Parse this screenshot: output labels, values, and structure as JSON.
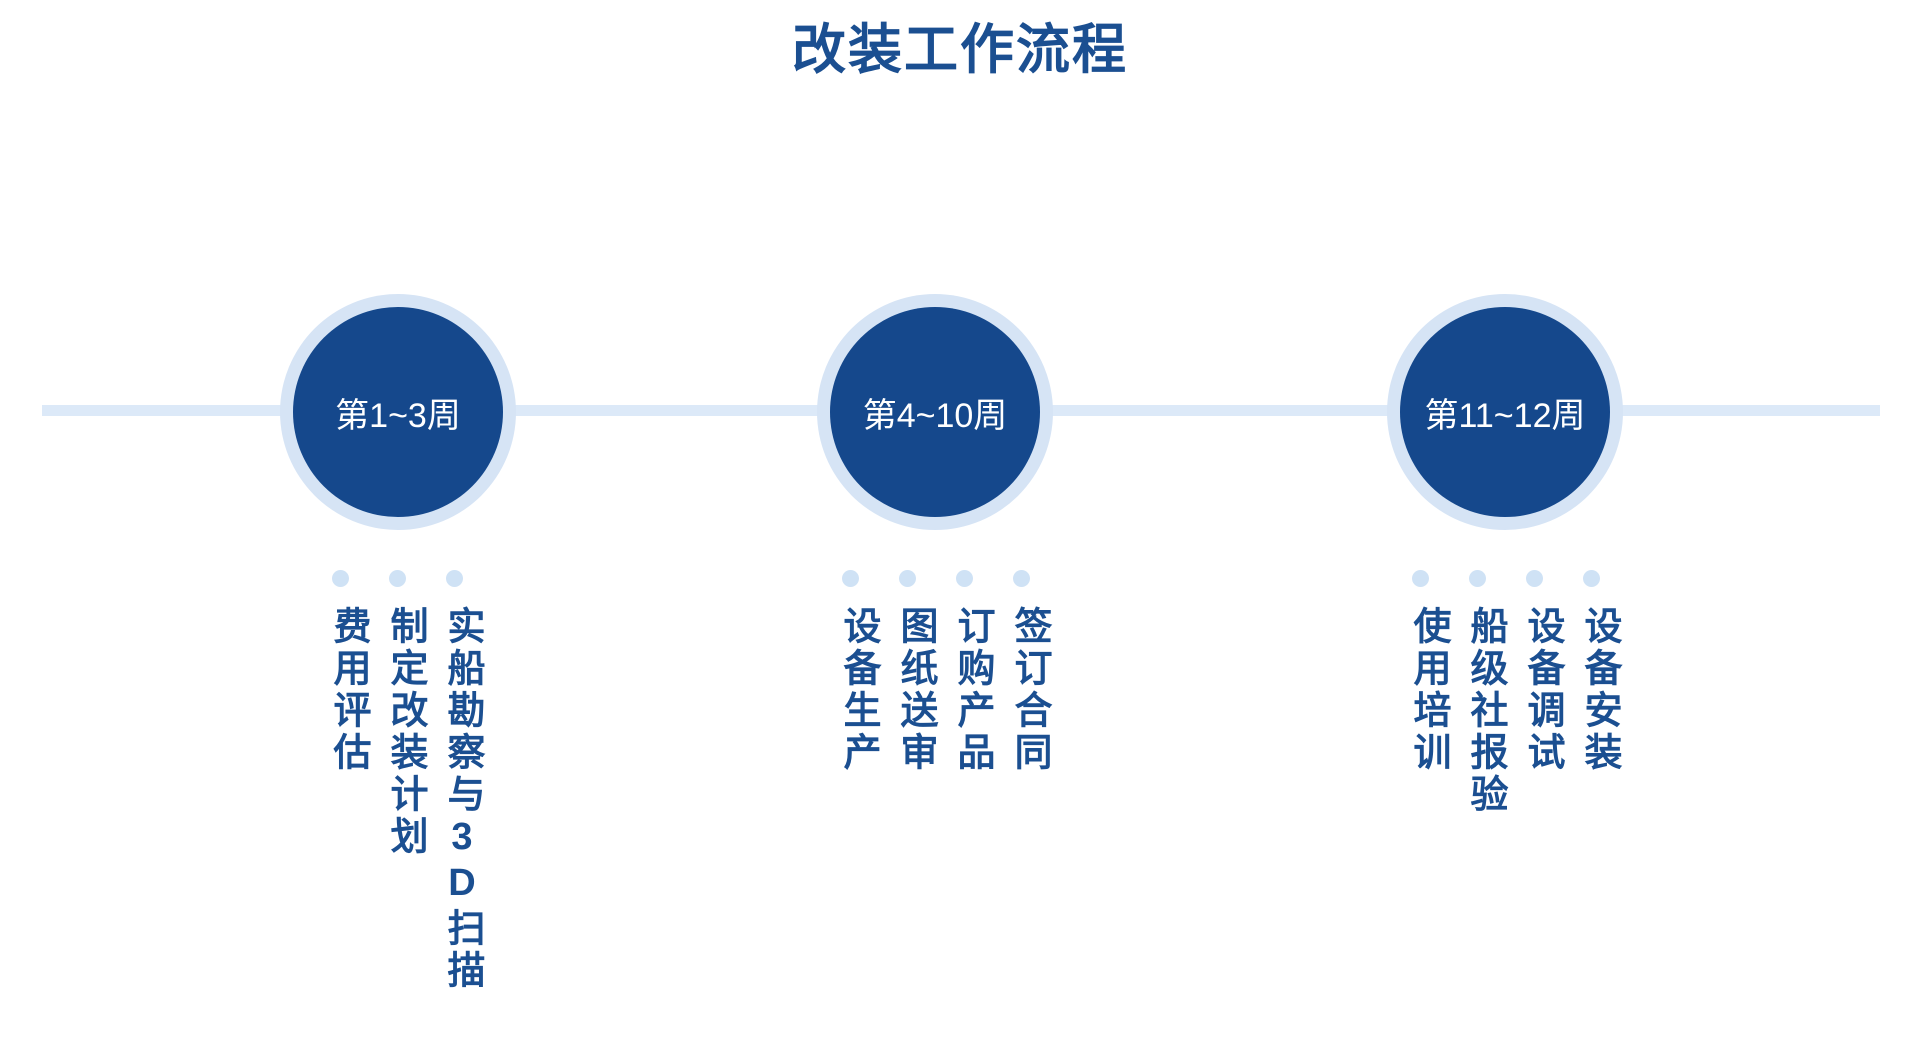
{
  "page": {
    "title": "改装工作流程",
    "background": "#ffffff"
  },
  "colors": {
    "brand_dark_blue": "#15488c",
    "title_blue": "#1b4f91",
    "ring_light_blue": "#d6e4f5",
    "line_blue": "#dce9f8",
    "dot_blue": "#cfe2f5",
    "circle_label_text": "#ffffff"
  },
  "timeline": {
    "line_label": "timeline-axis",
    "stages": [
      {
        "id": "stage-1",
        "badge": "第1~3周",
        "tasks": [
          "实船勘察与3D扫描",
          "制定改装计划",
          "费用评估"
        ]
      },
      {
        "id": "stage-2",
        "badge": "第4~10周",
        "tasks": [
          "签订合同",
          "订购产品",
          "图纸送审",
          "设备生产"
        ]
      },
      {
        "id": "stage-3",
        "badge": "第11~12周",
        "tasks": [
          "设备安装",
          "设备调试",
          "船级社报验",
          "使用培训"
        ]
      }
    ]
  }
}
